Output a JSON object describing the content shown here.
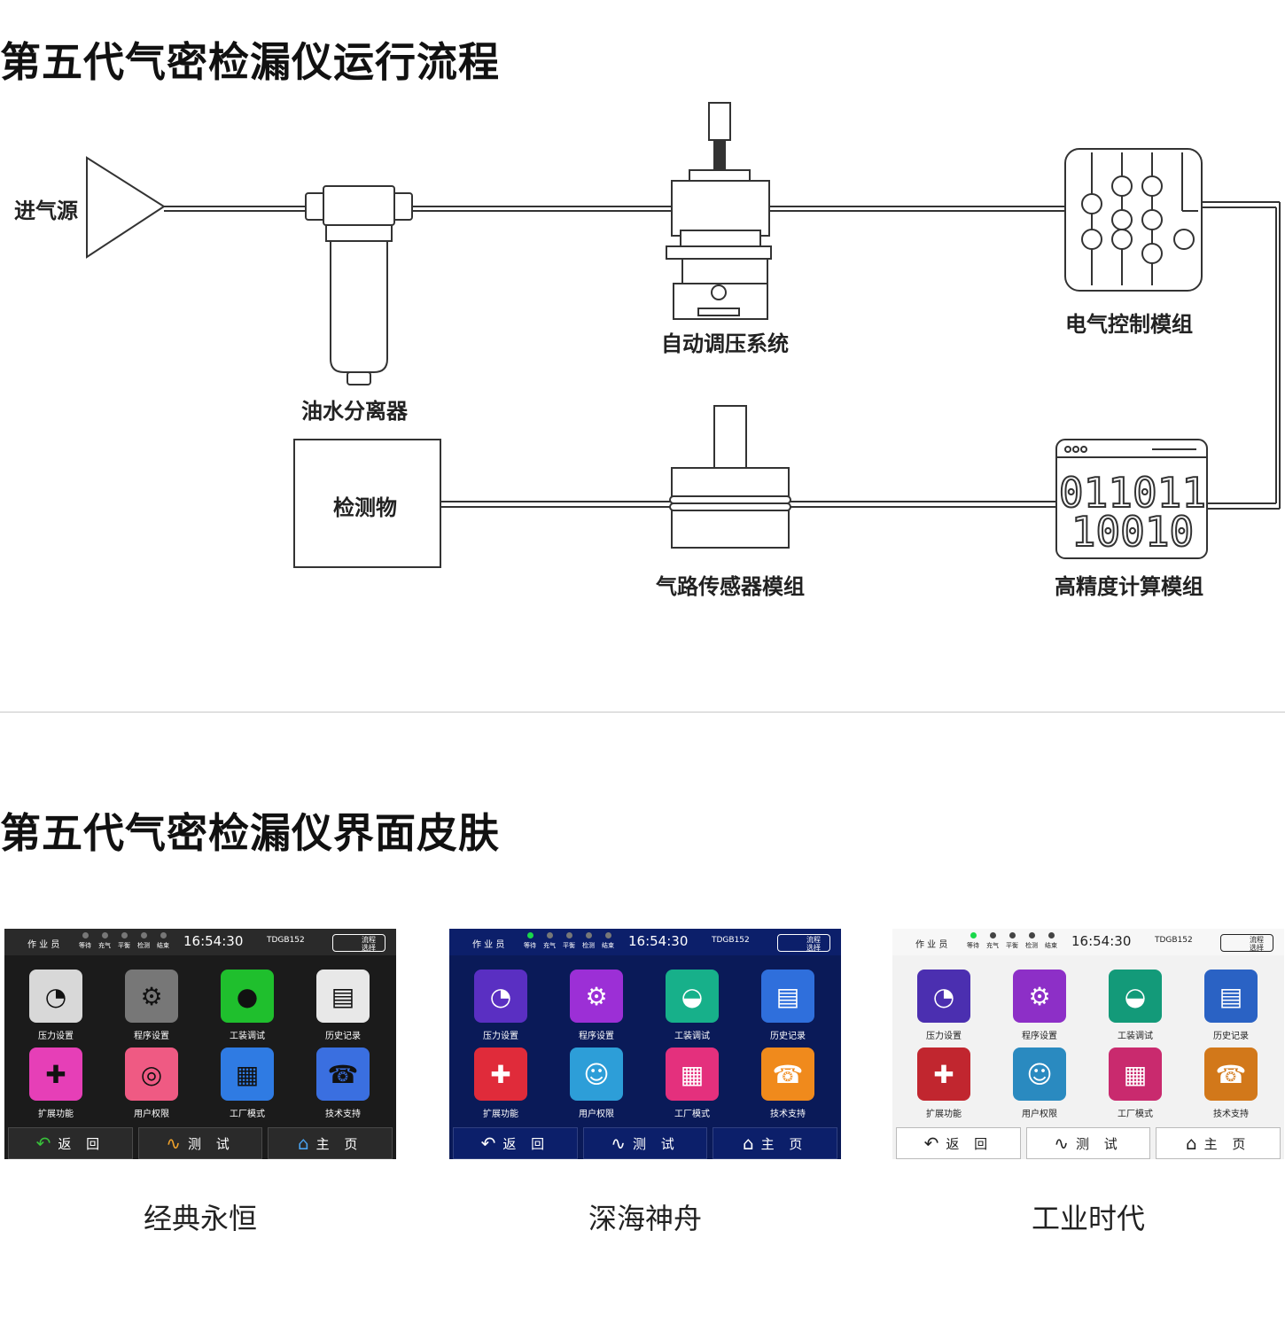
{
  "section1": {
    "title": "第五代气密检漏仪运行流程"
  },
  "section2": {
    "title": "第五代气密检漏仪界面皮肤"
  },
  "flow": {
    "source": "进气源",
    "filter": "油水分离器",
    "regulator": "自动调压系统",
    "electric": "电气控制模组",
    "compute": "高精度计算模组",
    "sensor": "气路传感器模组",
    "object": "检测物",
    "bits_row1": "011011",
    "bits_row2": "10010"
  },
  "ui": {
    "operator": "作 业 员",
    "time": "16:54:30",
    "device": "TDGB152",
    "flow_btn": "流程\n选择",
    "steps": [
      "等待",
      "充气",
      "平衡",
      "检测",
      "结束"
    ],
    "tiles": [
      "压力设置",
      "程序设置",
      "工装调试",
      "历史记录",
      "扩展功能",
      "用户权限",
      "工厂模式",
      "技术支持"
    ],
    "nav": [
      "返 回",
      "测 试",
      "主 页"
    ]
  },
  "skins": [
    {
      "name": "经典永恒",
      "bg": "#1b1b1b",
      "text": "#ffffff",
      "bar": "#2a2a2a",
      "active": "#4a4a4a"
    },
    {
      "name": "深海神舟",
      "bg": "#0a1a58",
      "text": "#ffffff",
      "bar": "#0c1f6a",
      "active": "#19d84a"
    },
    {
      "name": "工业时代",
      "bg": "#f2f2f2",
      "text": "#222222",
      "bar": "#f7f7f7",
      "active": "#19d84a"
    }
  ],
  "icons": {
    "classic": [
      "gauge-icon",
      "gear-icon",
      "green-button-icon",
      "printer-icon",
      "puzzle-icon",
      "fingerprint-icon",
      "factory-icon",
      "phone-icon"
    ],
    "flat": [
      "gauge-icon",
      "gear-icon",
      "button-icon",
      "document-icon",
      "puzzle-icon",
      "user-lock-icon",
      "building-icon",
      "phone-icon"
    ],
    "nav": [
      "back-arrow-icon",
      "pulse-icon",
      "home-icon"
    ]
  }
}
